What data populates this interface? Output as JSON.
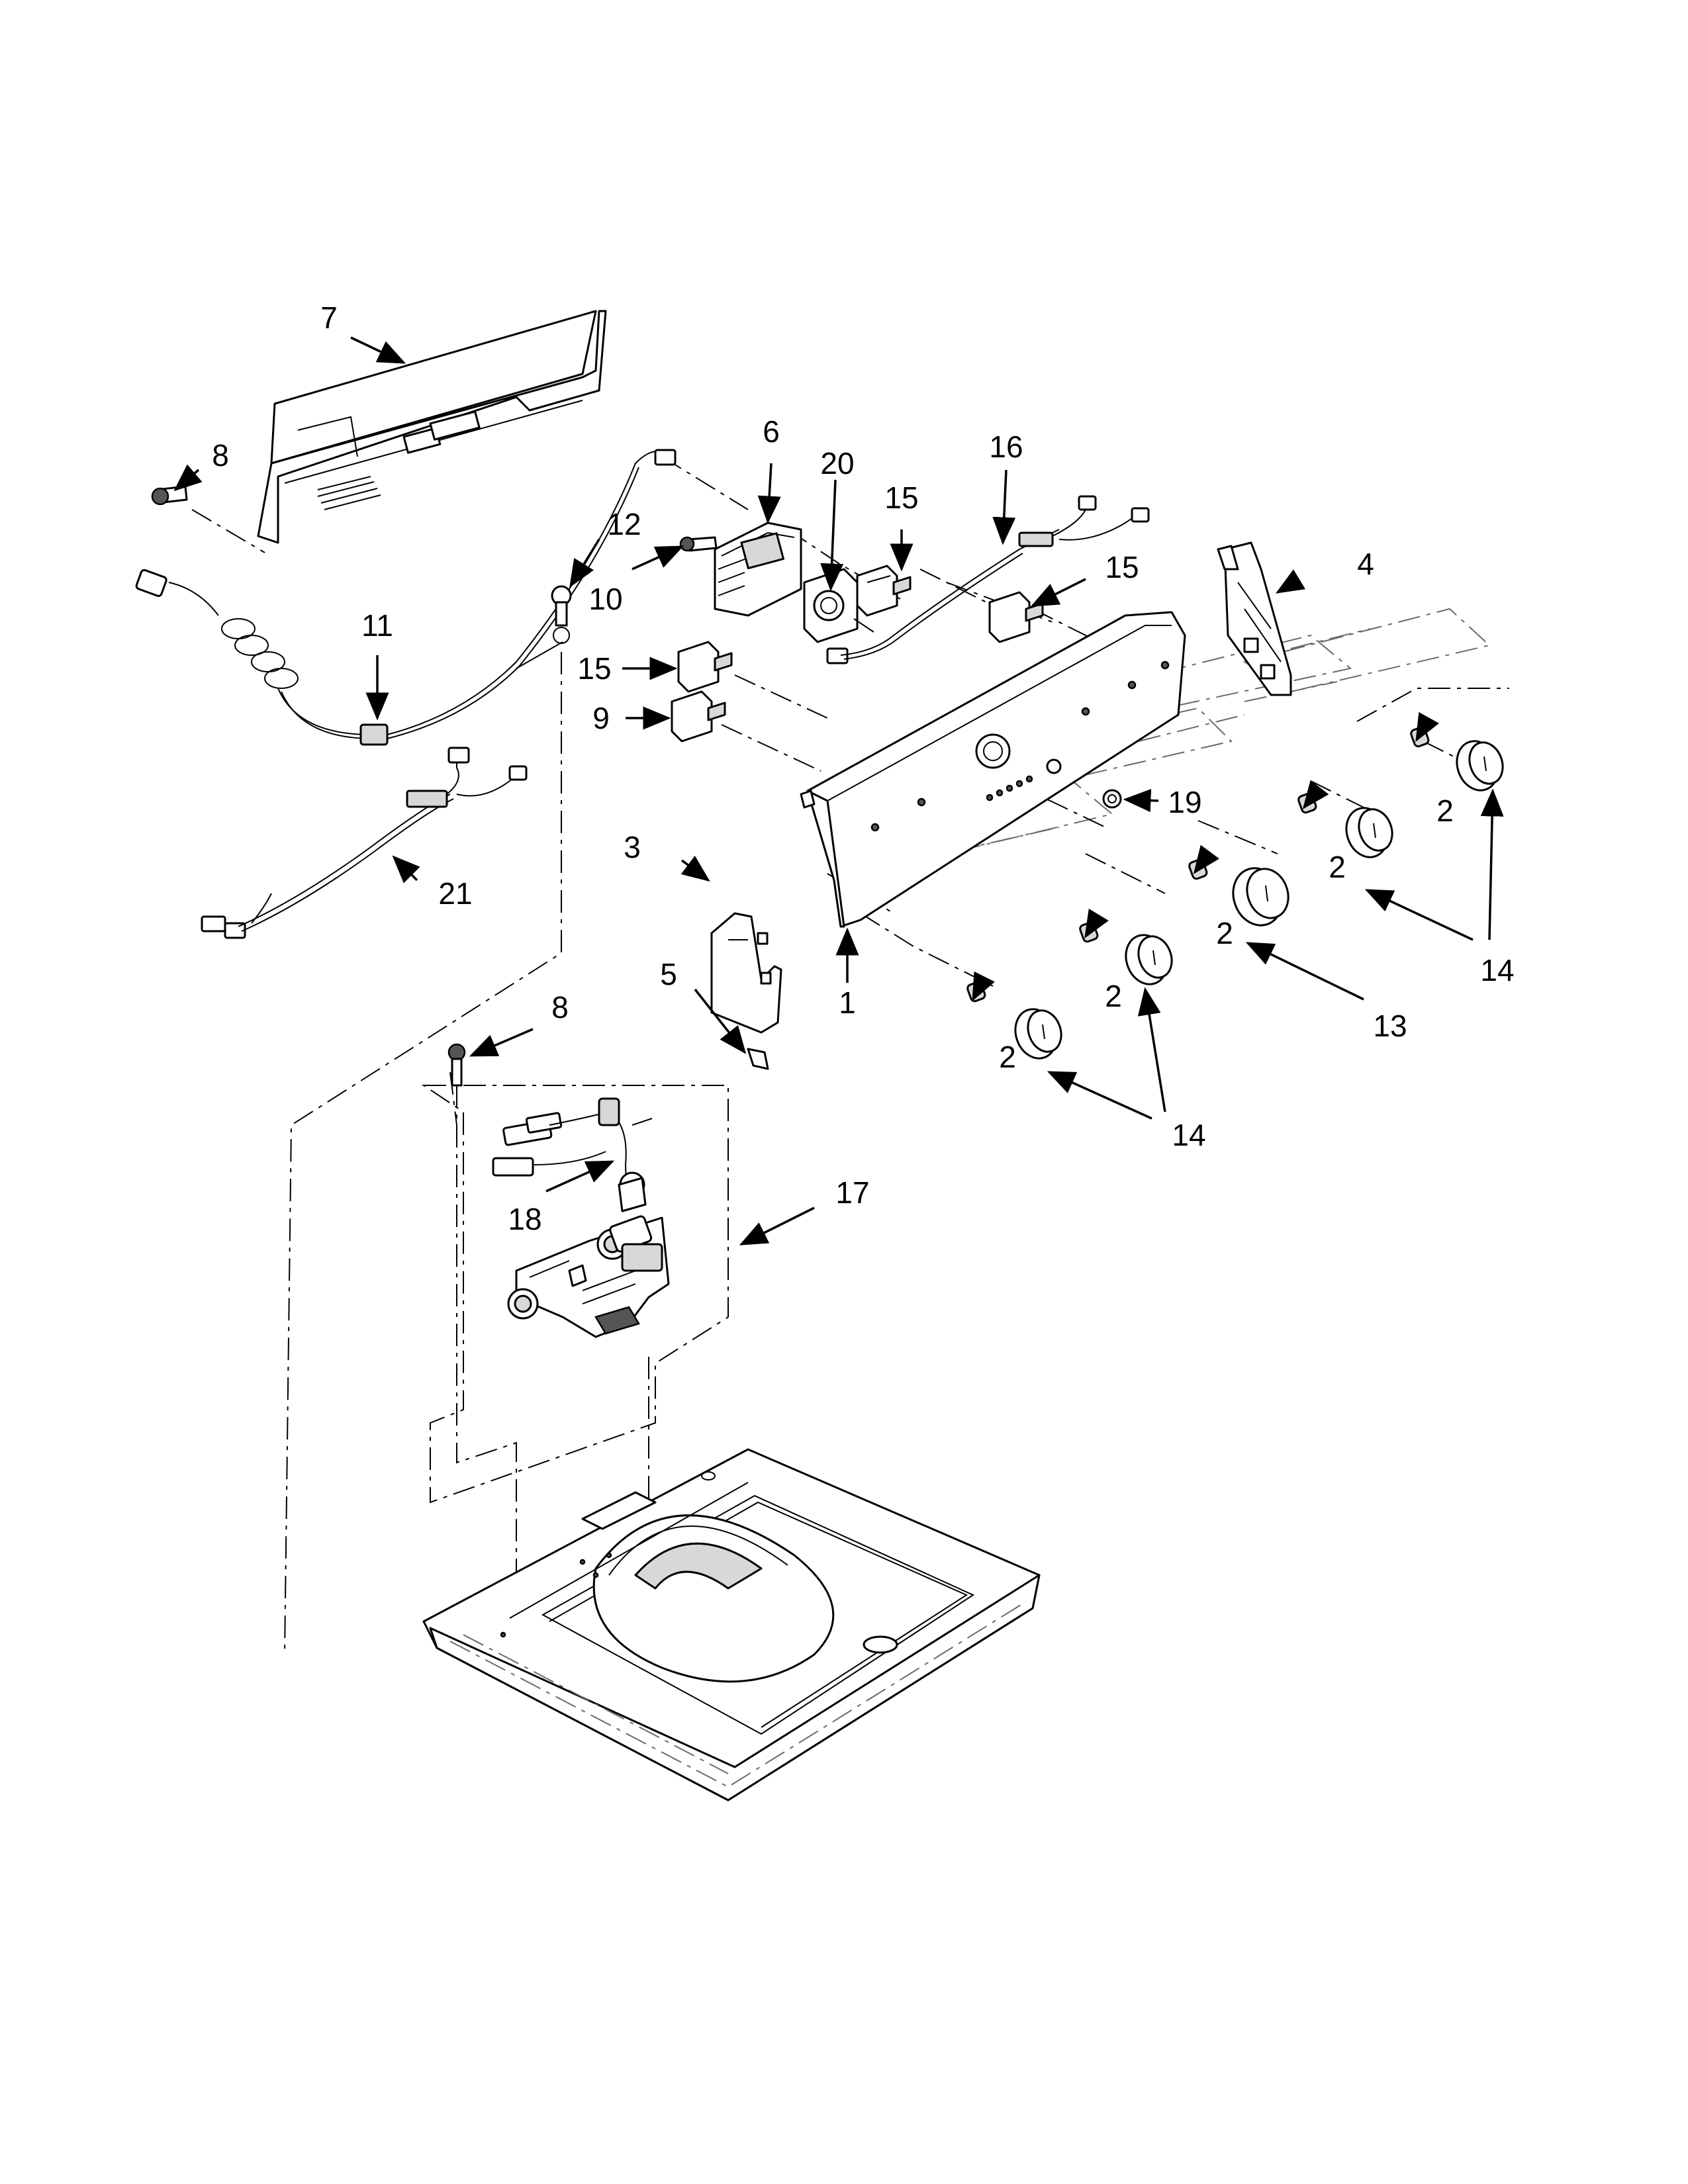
{
  "callouts": {
    "c1": "1",
    "c2a": "2",
    "c2b": "2",
    "c2c": "2",
    "c2d": "2",
    "c2e": "2",
    "c3": "3",
    "c4": "4",
    "c5": "5",
    "c6": "6",
    "c7": "7",
    "c8a": "8",
    "c8b": "8",
    "c9": "9",
    "c10": "10",
    "c11": "11",
    "c12": "12",
    "c13": "13",
    "c14a": "14",
    "c14b": "14",
    "c15a": "15",
    "c15b": "15",
    "c15c": "15",
    "c16": "16",
    "c17": "17",
    "c18": "18",
    "c19": "19",
    "c20": "20",
    "c21": "21"
  },
  "colors": {
    "line": "#000000",
    "part_fill": "#ffffff",
    "shade": "#d8d8d8"
  }
}
